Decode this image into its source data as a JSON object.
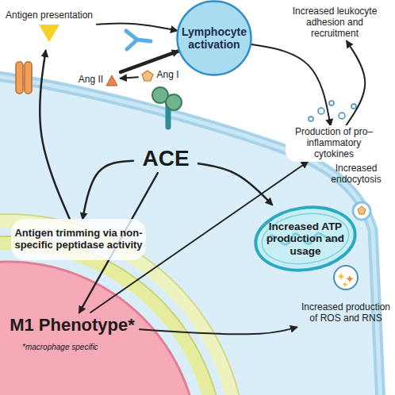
{
  "diagram": {
    "nodes": [
      {
        "text": [
          "Lymphocyte activation"
        ]
      },
      {
        "text": [
          "ACE"
        ]
      },
      {
        "text": [
          "Antigen trimming via non-specific peptidase activity"
        ]
      },
      {
        "text": [
          "Increased ATP production and usage"
        ]
      },
      {
        "text": [
          "M1 Phenotype*"
        ]
      },
      {
        "text": [
          "Production of pro–inflammatory cytokines"
        ]
      },
      {
        "text": [
          "Increased leukocyte adhesion and recruitment"
        ]
      },
      {
        "text": [
          "Antigen presentation"
        ]
      },
      {
        "text": [
          "Ang II"
        ]
      },
      {
        "text": [
          "Ang I"
        ]
      },
      {
        "text": [
          "Increased endocytosis"
        ]
      },
      {
        "text": [
          "Increased production of ROS and RNS"
        ]
      }
    ],
    "edges": [
      {
        "from": 9,
        "to": 8,
        "arrow": "to"
      },
      {
        "from": 8,
        "to": 0,
        "arrow": "to"
      },
      {
        "from": 7,
        "to": 0,
        "arrow": "to"
      },
      {
        "from": 0,
        "to": 5,
        "arrow": "to"
      },
      {
        "from": 5,
        "to": 6,
        "arrow": "to"
      },
      {
        "from": 1,
        "to": 2,
        "arrow": "to"
      },
      {
        "from": 2,
        "to": 7,
        "arrow": "to"
      },
      {
        "from": 1,
        "to": 3,
        "arrow": "to"
      },
      {
        "from": 1,
        "to": 4,
        "arrow": "to"
      },
      {
        "from": 4,
        "to": 5,
        "arrow": "to"
      },
      {
        "from": 4,
        "to": 11,
        "arrow": "to"
      }
    ],
    "labels": [
      "*macrophage specific"
    ]
  }
}
